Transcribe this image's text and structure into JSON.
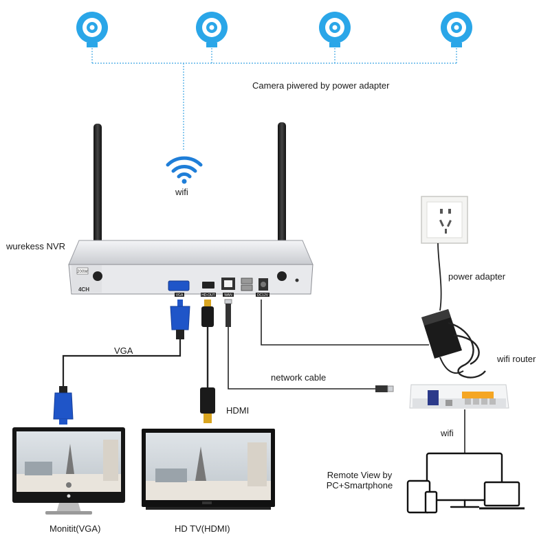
{
  "labels": {
    "camera_note": "Camera piwered by power adapter",
    "wifi_top": "wifi",
    "nvr": "wurekess NVR",
    "power_adapter": "power adapter",
    "wifi_router": "wifi router",
    "vga": "VGA",
    "network_cable": "network cable",
    "hdmi": "HDMI",
    "wifi_bottom": "wifi",
    "remote_line1": "Remote View by",
    "remote_line2": "PC+Smartphone",
    "monitor": "Monitit(VGA)",
    "hdtv": "HD TV(HDMI)"
  },
  "nvr_panel": {
    "badge_200w": "200W",
    "badge_4ch": "4CH",
    "port_vga": "VGA",
    "port_hdout": "HD-OUT",
    "port_wan": "WAN",
    "port_dc": "DC12V"
  },
  "colors": {
    "camera_blue": "#2aa6e8",
    "vga_connector": "#1f55c8",
    "router_ports": "#f5a623",
    "dashed_line": "#5ab4e8"
  }
}
